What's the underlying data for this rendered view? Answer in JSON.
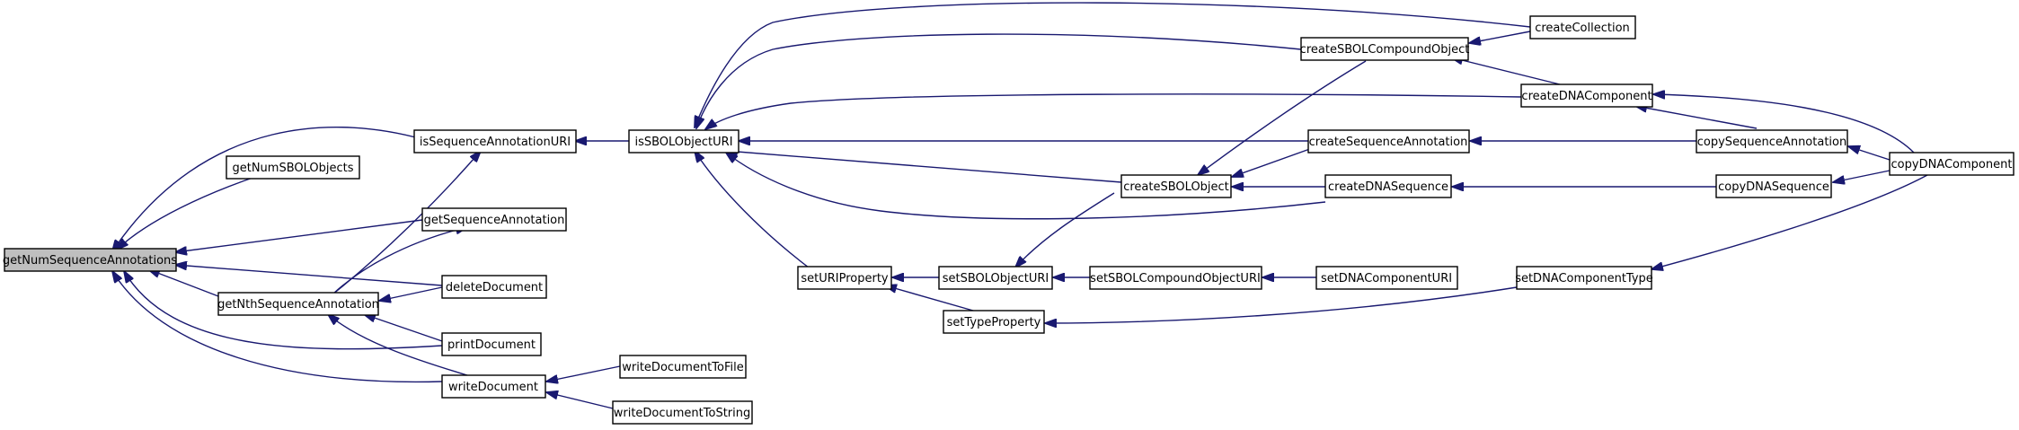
{
  "graph": {
    "nodes": {
      "root": "getNumSequenceAnnotations",
      "isSeqAnnURI": "isSequenceAnnotationURI",
      "getNumSBOL": "getNumSBOLObjects",
      "getSeqAnn": "getSequenceAnnotation",
      "getNth": "getNthSequenceAnnotation",
      "deleteDoc": "deleteDocument",
      "printDoc": "printDocument",
      "writeDoc": "writeDocument",
      "writeFile": "writeDocumentToFile",
      "writeString": "writeDocumentToString",
      "isSBOLURI": "isSBOLObjectURI",
      "setURIProp": "setURIProperty",
      "setSBOLURI": "setSBOLObjectURI",
      "setTypeProp": "setTypeProperty",
      "createSBOL": "createSBOLObject",
      "setCompURI": "setSBOLCompoundObjectURI",
      "createCompound": "createSBOLCompoundObject",
      "createSeqAnn": "createSequenceAnnotation",
      "createDNASeq": "createDNASequence",
      "setDNACompURI": "setDNAComponentURI",
      "createCollection": "createCollection",
      "createDNAComp": "createDNAComponent",
      "setDNACompType": "setDNAComponentType",
      "copySeqAnn": "copySequenceAnnotation",
      "copyDNASeq": "copyDNASequence",
      "copyDNAComp": "copyDNAComponent"
    },
    "edges": [
      [
        "isSeqAnnURI",
        "root"
      ],
      [
        "getNumSBOL",
        "root"
      ],
      [
        "getSeqAnn",
        "root"
      ],
      [
        "getNth",
        "root"
      ],
      [
        "deleteDoc",
        "root"
      ],
      [
        "printDoc",
        "root"
      ],
      [
        "writeDoc",
        "root"
      ],
      [
        "isSBOLURI",
        "isSeqAnnURI"
      ],
      [
        "getNth",
        "isSeqAnnURI"
      ],
      [
        "getNth",
        "getSeqAnn"
      ],
      [
        "deleteDoc",
        "getNth"
      ],
      [
        "printDoc",
        "getNth"
      ],
      [
        "writeDoc",
        "getNth"
      ],
      [
        "writeFile",
        "writeDoc"
      ],
      [
        "writeString",
        "writeDoc"
      ],
      [
        "createCollection",
        "isSBOLURI"
      ],
      [
        "createCompound",
        "isSBOLURI"
      ],
      [
        "createDNAComp",
        "isSBOLURI"
      ],
      [
        "createSeqAnn",
        "isSBOLURI"
      ],
      [
        "createSBOL",
        "isSBOLURI"
      ],
      [
        "createDNASeq",
        "isSBOLURI"
      ],
      [
        "setURIProp",
        "isSBOLURI"
      ],
      [
        "setSBOLURI",
        "setURIProp"
      ],
      [
        "setTypeProp",
        "setURIProp"
      ],
      [
        "createSBOL",
        "setSBOLURI"
      ],
      [
        "setCompURI",
        "setSBOLURI"
      ],
      [
        "createCompound",
        "createSBOL"
      ],
      [
        "createSeqAnn",
        "createSBOL"
      ],
      [
        "createDNASeq",
        "createSBOL"
      ],
      [
        "createCollection",
        "createCompound"
      ],
      [
        "createDNAComp",
        "createCompound"
      ],
      [
        "copySeqAnn",
        "createSeqAnn"
      ],
      [
        "copyDNASeq",
        "createDNASeq"
      ],
      [
        "setDNACompURI",
        "setCompURI"
      ],
      [
        "setDNACompType",
        "setTypeProp"
      ],
      [
        "copySeqAnn",
        "createDNAComp"
      ],
      [
        "copyDNAComp",
        "createDNAComp"
      ],
      [
        "copyDNAComp",
        "copySeqAnn"
      ],
      [
        "copyDNAComp",
        "copyDNASeq"
      ],
      [
        "copyDNAComp",
        "setDNACompType"
      ]
    ]
  }
}
